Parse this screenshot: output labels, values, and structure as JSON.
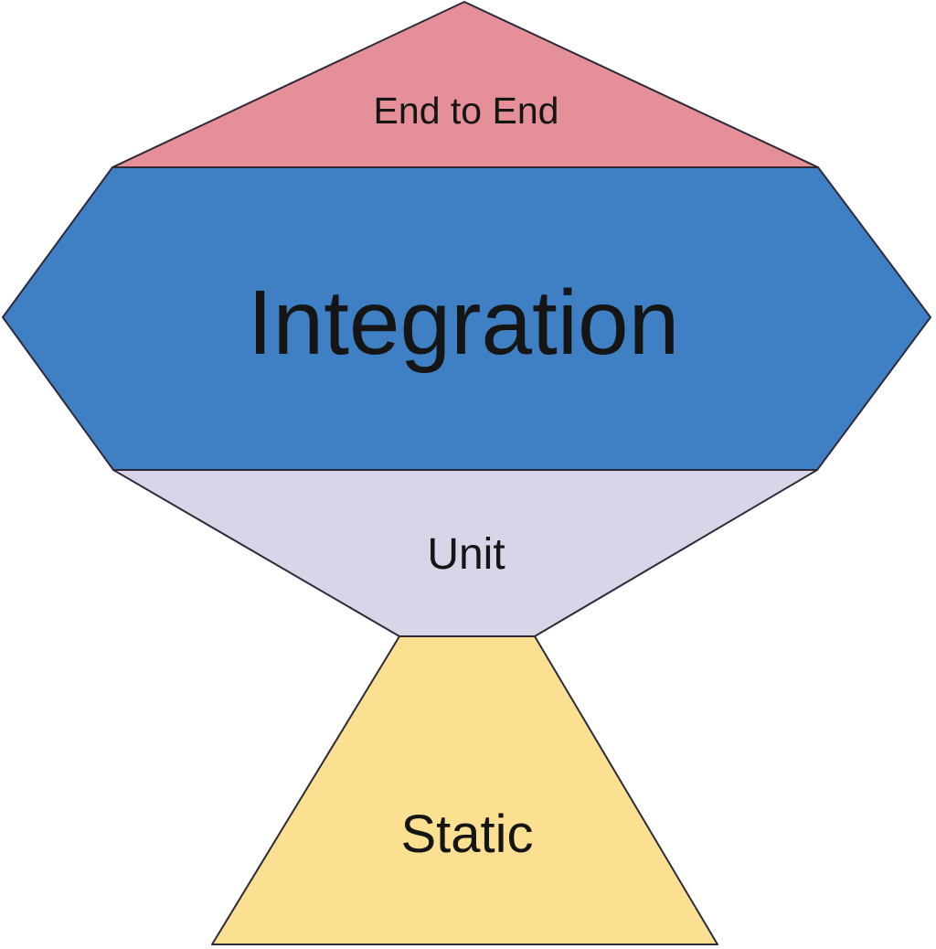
{
  "diagram": {
    "name": "testing-trophy-diagram",
    "background": "#ffffff",
    "stroke_color": "#2e2a3a",
    "text_color": "#151515",
    "layers": [
      {
        "id": "end-to-end",
        "label": "End to End",
        "color": "#e59098"
      },
      {
        "id": "integration",
        "label": "Integration",
        "color": "#3f80c4"
      },
      {
        "id": "unit",
        "label": "Unit",
        "color": "#dad4e8"
      },
      {
        "id": "static",
        "label": "Static",
        "color": "#fbe092"
      }
    ]
  }
}
